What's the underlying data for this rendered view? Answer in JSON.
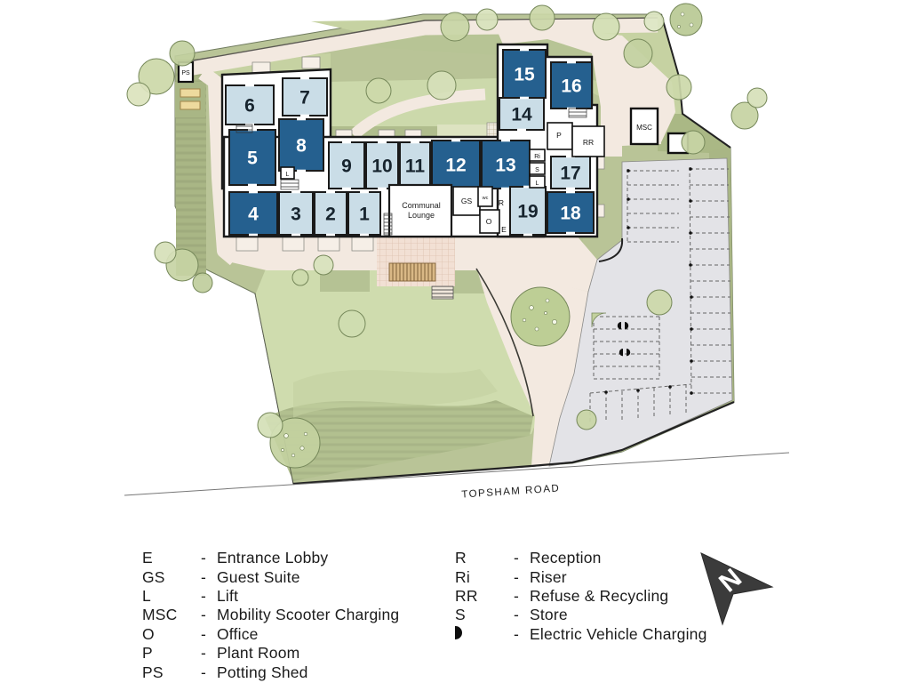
{
  "plan": {
    "road_label": "TOPSHAM ROAD",
    "lounge_line1": "Communal",
    "lounge_line2": "Lounge",
    "units": [
      {
        "n": "1",
        "shade": "light"
      },
      {
        "n": "2",
        "shade": "light"
      },
      {
        "n": "3",
        "shade": "light"
      },
      {
        "n": "4",
        "shade": "dark"
      },
      {
        "n": "5",
        "shade": "dark"
      },
      {
        "n": "6",
        "shade": "light"
      },
      {
        "n": "7",
        "shade": "light"
      },
      {
        "n": "8",
        "shade": "dark"
      },
      {
        "n": "9",
        "shade": "light"
      },
      {
        "n": "10",
        "shade": "light"
      },
      {
        "n": "11",
        "shade": "light"
      },
      {
        "n": "12",
        "shade": "dark"
      },
      {
        "n": "13",
        "shade": "dark"
      },
      {
        "n": "14",
        "shade": "light"
      },
      {
        "n": "15",
        "shade": "dark"
      },
      {
        "n": "16",
        "shade": "dark"
      },
      {
        "n": "17",
        "shade": "light"
      },
      {
        "n": "18",
        "shade": "dark"
      },
      {
        "n": "19",
        "shade": "light"
      }
    ],
    "small_labels": {
      "ps": "PS",
      "p": "P",
      "rr": "RR",
      "ri": "Ri",
      "s": "S",
      "l_ne": "L",
      "l_w": "L",
      "gs": "GS",
      "wc": "wc",
      "r": "R",
      "o": "O",
      "e": "E",
      "msc": "MSC"
    }
  },
  "legend": {
    "dash": "-",
    "left": [
      {
        "key": "E",
        "desc": "Entrance Lobby"
      },
      {
        "key": "GS",
        "desc": "Guest Suite"
      },
      {
        "key": "L",
        "desc": "Lift"
      },
      {
        "key": "MSC",
        "desc": "Mobility Scooter Charging"
      },
      {
        "key": "O",
        "desc": "Office"
      },
      {
        "key": "P",
        "desc": "Plant Room"
      },
      {
        "key": "PS",
        "desc": "Potting Shed"
      }
    ],
    "right": [
      {
        "key": "R",
        "desc": "Reception"
      },
      {
        "key": "Ri",
        "desc": "Riser"
      },
      {
        "key": "RR",
        "desc": "Refuse & Recycling"
      },
      {
        "key": "S",
        "desc": "Store"
      },
      {
        "key": "EV",
        "icon": "ev-charging",
        "desc": "Electric Vehicle Charging"
      }
    ]
  },
  "north": {
    "label": "N"
  },
  "colors": {
    "unit_dark": "#25608f",
    "unit_light": "#cadde7",
    "unit_dark_text": "#ffffff",
    "unit_light_text": "#17242e",
    "green_base": "#b9c497",
    "green_light": "#cfdcae",
    "path_beige": "#f3e9e0",
    "parking_grey": "#e3e3e7",
    "wall_black": "#1a1a1a"
  }
}
